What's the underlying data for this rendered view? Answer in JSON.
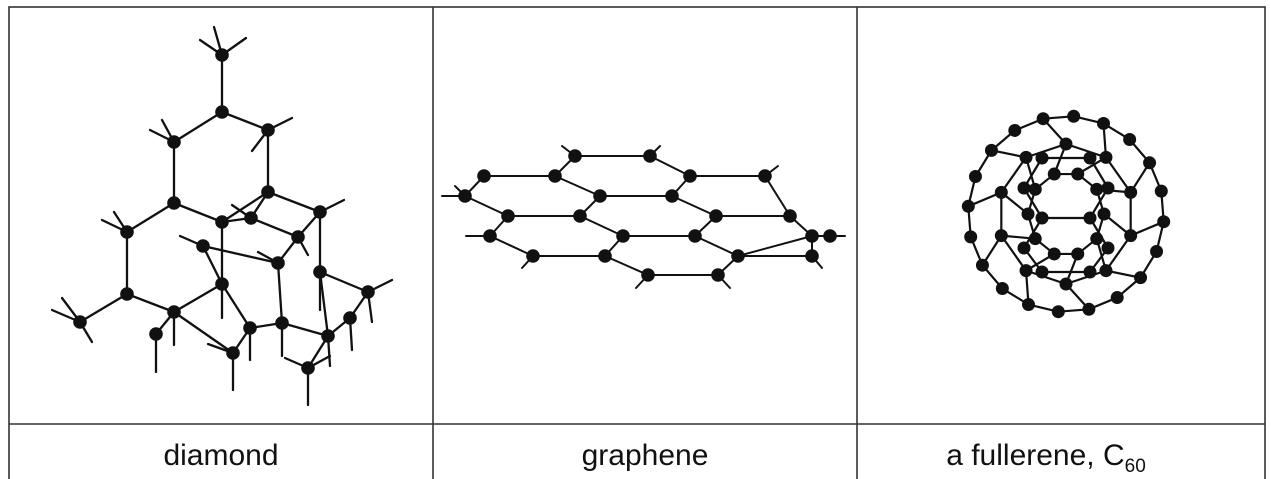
{
  "panels": [
    {
      "id": "diamond",
      "label": "diamond"
    },
    {
      "id": "graphene",
      "label": "graphene"
    },
    {
      "id": "fullerene",
      "label": "a fullerene, C",
      "label_subscript": "60"
    }
  ],
  "colors": {
    "atom": "#111111",
    "bond": "#111111",
    "grid": "#333333",
    "background": "#ffffff"
  }
}
